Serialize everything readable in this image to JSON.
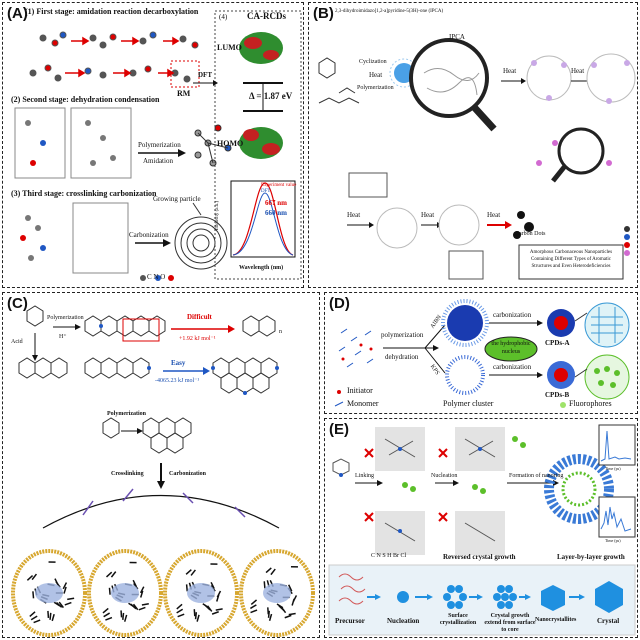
{
  "panelA": {
    "label": "(A)",
    "stage1": "(1) First stage: amidation reaction decarboxylation",
    "stage2": "(2) Second stage: dehydration condensation",
    "stage3": "(3) Third stage: crosslinking carbonization",
    "rm": "RM",
    "polymerization": "Polymerization",
    "amidation": "Amidation",
    "growing": "Growing particle",
    "carbonization": "Carbonization",
    "dft": "DFT",
    "cdtitle": "(4)",
    "carcds": "CA-RCDs",
    "lumo": "LUMO",
    "homo": "HOMO",
    "gap": "Δ = 1.87 eV",
    "exp": "Experiment value",
    "dftleg": "DFT",
    "nm1": "667 nm",
    "nm2": "660 nm",
    "xlabel": "Wavelength (nm)",
    "ylabel": "Intensity (a.u.)",
    "legend_atoms": "C  N  O"
  },
  "panelB": {
    "label": "(B)",
    "reagent": "2,3-dihydroimidazo[1,2-a]pyridine-5(3H)-one (IPCA)",
    "ipca": "IPCA",
    "cyclization": "Cyclization",
    "polymerization": "Polymerization",
    "heat1": "Heat",
    "heat2": "Heat",
    "heat3": "Heat",
    "heat4": "Heat",
    "heat5": "Heat",
    "heat6": "Heat",
    "cdots": "Carbon Dots",
    "desc": "Amorphous Carbonaceous Nanoparticles Containing Different Types of Aromatic Structures and Even Heterodeficiencies"
  },
  "panelC": {
    "label": "(C)",
    "polymerization": "Polymerization",
    "hplus": "H⁺",
    "acid": "Acid",
    "difficult": "Difficult",
    "e1": "+1.92 kJ mol⁻¹",
    "easy": "Easy",
    "e2": "-4065.23 kJ mol⁻¹",
    "n": "n",
    "polymerization2": "Polymerization",
    "crosslinking": "Crosslinking",
    "carbonization": "Carbonization"
  },
  "panelD": {
    "label": "(D)",
    "polymerization": "polymerization",
    "dehydration": "dehydration",
    "aibn": "AIBN",
    "kps": "KPS",
    "carbonization1": "carbonization",
    "carbonization2": "carbonization",
    "nucleus": "the hydrophobic nucleus",
    "cpdsA": "CPDs-A",
    "cpdsB": "CPDs-B",
    "initiator": "Initiator",
    "monomer": "Monomer",
    "cluster": "Polymer cluster",
    "fluorophores": "Fluorophores"
  },
  "panelE": {
    "label": "(E)",
    "linking": "Linking",
    "nucleation": "Nucleation",
    "formation": "Formation of nanoring",
    "reversed": "Reversed crystal growth",
    "layer": "Layer-by-layer growth",
    "legend": "C  N  S  H  Br  Cl",
    "steps": [
      "Precursor",
      "Nucleation",
      "Surface crystallization",
      "Crystal growth extend from surface to core",
      "Nanocrystallites",
      "Crystal"
    ],
    "xlab1": "Time (ps)",
    "xlab2": "Time (ps)"
  },
  "colors": {
    "red": "#d00000",
    "blue": "#1f57c3",
    "green": "#6cbf3a",
    "gray": "#bdbdbd"
  }
}
